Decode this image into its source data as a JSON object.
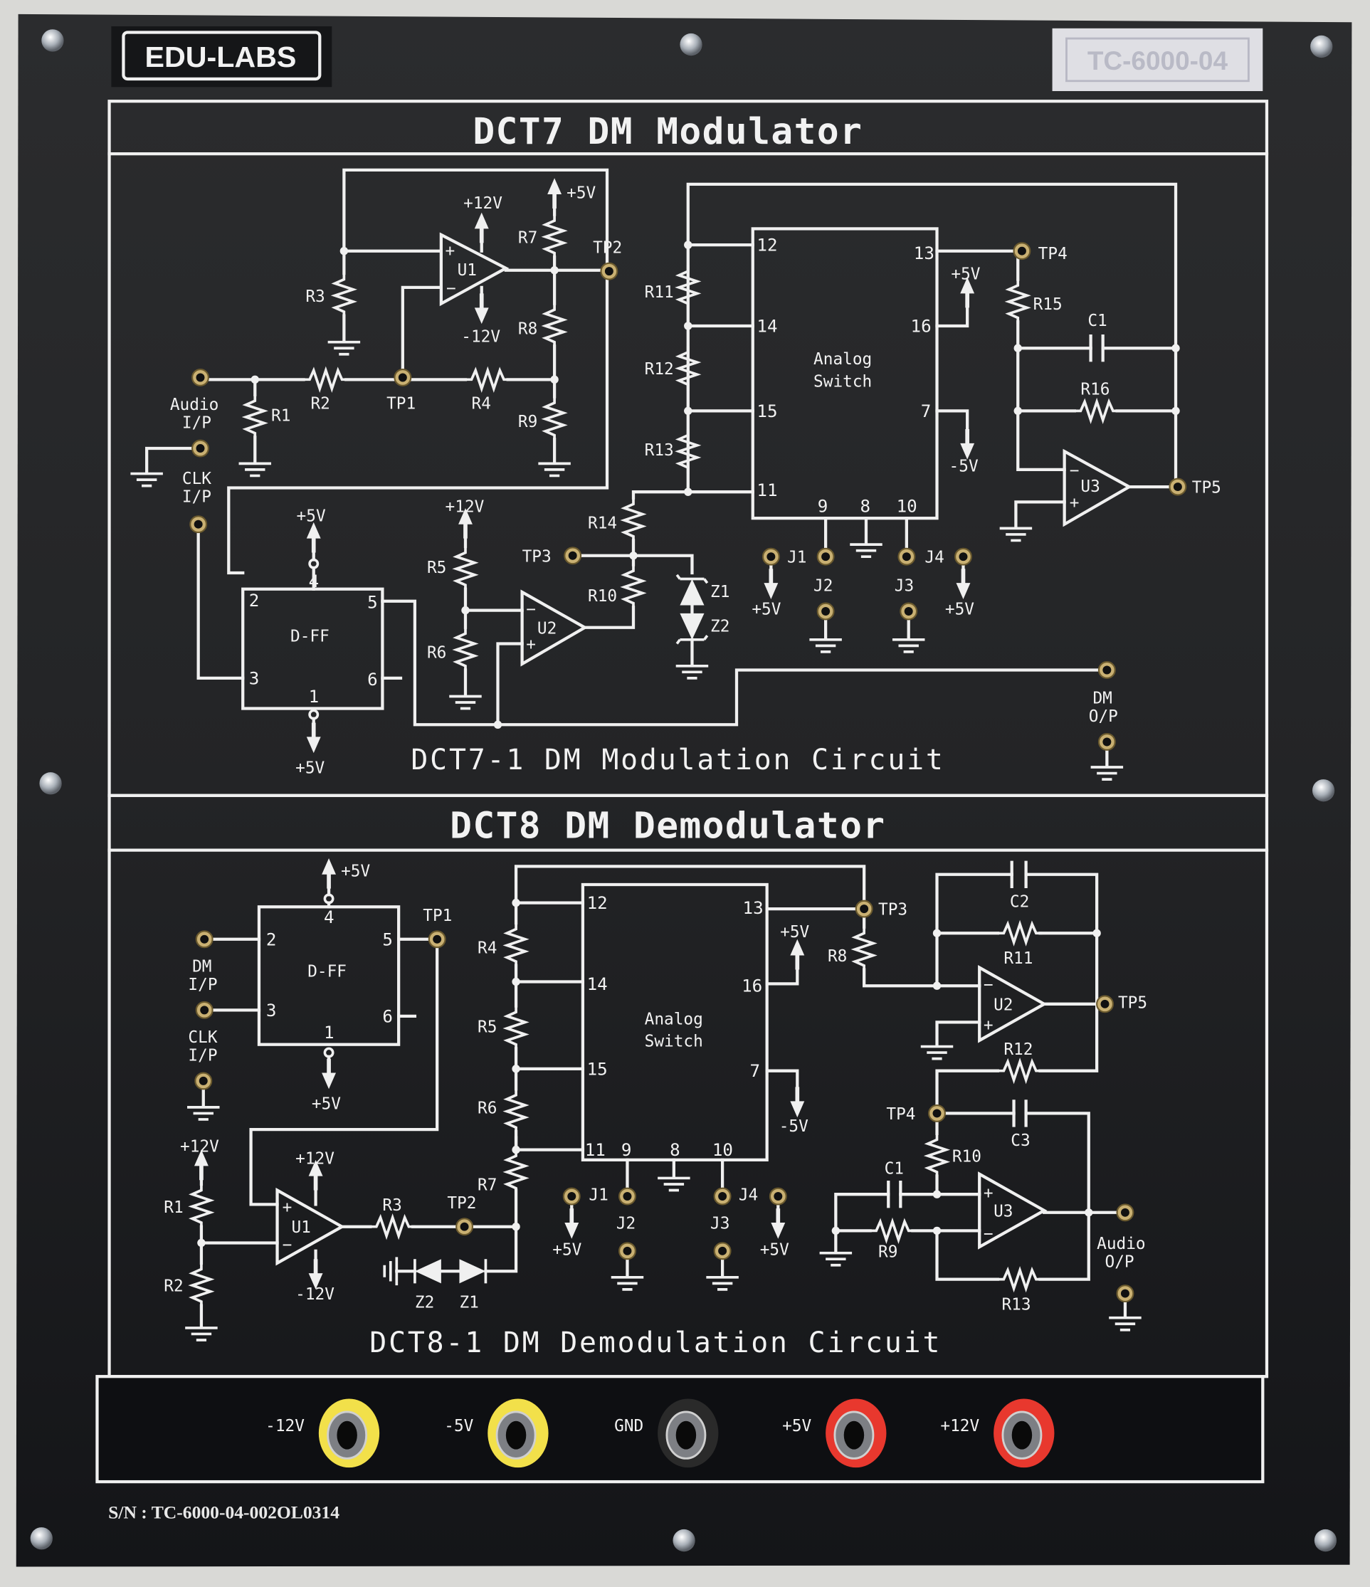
{
  "header": {
    "brand": "EDU-LABS",
    "model_label": "TC-6000-04"
  },
  "modulator": {
    "title": "DCT7 DM Modulator",
    "circuit_title": "DCT7-1 DM Modulation Circuit",
    "labels": {
      "audio_ip": [
        "Audio",
        "I/P"
      ],
      "clk_ip": [
        "CLK",
        "I/P"
      ],
      "dm_op": [
        "DM",
        "O/P"
      ],
      "r1": "R1",
      "r2": "R2",
      "r3": "R3",
      "r4": "R4",
      "r5": "R5",
      "r6": "R6",
      "r7": "R7",
      "r8": "R8",
      "r9": "R9",
      "r10": "R10",
      "r11": "R11",
      "r12": "R12",
      "r13": "R13",
      "r14": "R14",
      "r15": "R15",
      "r16": "R16",
      "c1": "C1",
      "u1": "U1",
      "u2": "U2",
      "u3": "U3",
      "z1": "Z1",
      "z2": "Z2",
      "tp1": "TP1",
      "tp2": "TP2",
      "tp3": "TP3",
      "tp4": "TP4",
      "tp5": "TP5",
      "j1": "J1",
      "j2": "J2",
      "j3": "J3",
      "j4": "J4",
      "p12v": "+12V",
      "m12v": "-12V",
      "p5v": "+5V",
      "m5v": "-5V",
      "dff": "D-FF",
      "switch": [
        "Analog",
        "Switch"
      ],
      "dff_pins": [
        "4",
        "2",
        "5",
        "3",
        "6",
        "1"
      ],
      "sw_pins": [
        "12",
        "14",
        "15",
        "11",
        "13",
        "16",
        "7",
        "9",
        "8",
        "10"
      ]
    }
  },
  "demodulator": {
    "title": "DCT8 DM Demodulator",
    "circuit_title": "DCT8-1 DM Demodulation Circuit",
    "labels": {
      "dm_ip": [
        "DM",
        "I/P"
      ],
      "clk_ip": [
        "CLK",
        "I/P"
      ],
      "audio_op": [
        "Audio",
        "O/P"
      ],
      "r1": "R1",
      "r2": "R2",
      "r3": "R3",
      "r4": "R4",
      "r5": "R5",
      "r6": "R6",
      "r7": "R7",
      "r8": "R8",
      "r9": "R9",
      "r10": "R10",
      "r11": "R11",
      "r12": "R12",
      "r13": "R13",
      "c1": "C1",
      "c2": "C2",
      "c3": "C3",
      "u1": "U1",
      "u2": "U2",
      "u3": "U3",
      "z1": "Z1",
      "z2": "Z2",
      "tp1": "TP1",
      "tp2": "TP2",
      "tp3": "TP3",
      "tp4": "TP4",
      "tp5": "TP5",
      "j1": "J1",
      "j2": "J2",
      "j3": "J3",
      "j4": "J4",
      "p12v": "+12V",
      "m12v": "-12V",
      "p5v": "+5V",
      "m5v": "-5V",
      "dff": "D-FF",
      "switch": [
        "Analog",
        "Switch"
      ],
      "dff_pins": [
        "4",
        "2",
        "5",
        "3",
        "6",
        "1"
      ],
      "sw_pins": [
        "12",
        "14",
        "15",
        "11",
        "13",
        "16",
        "7",
        "9",
        "8",
        "10"
      ]
    }
  },
  "power": {
    "jacks": [
      {
        "label": "-12V",
        "color": "#f2e04a"
      },
      {
        "label": "-5V",
        "color": "#f2e04a"
      },
      {
        "label": "GND",
        "color": "#2a2a2a"
      },
      {
        "label": "+5V",
        "color": "#e8382e"
      },
      {
        "label": "+12V",
        "color": "#e8382e"
      }
    ]
  },
  "serial": "S/N : TC-6000-04-002OL0314",
  "colors": {
    "panel": "#1c1d20",
    "trace": "#f0f0f0",
    "brass": "#c9b072",
    "background": "#d9d9d6"
  }
}
